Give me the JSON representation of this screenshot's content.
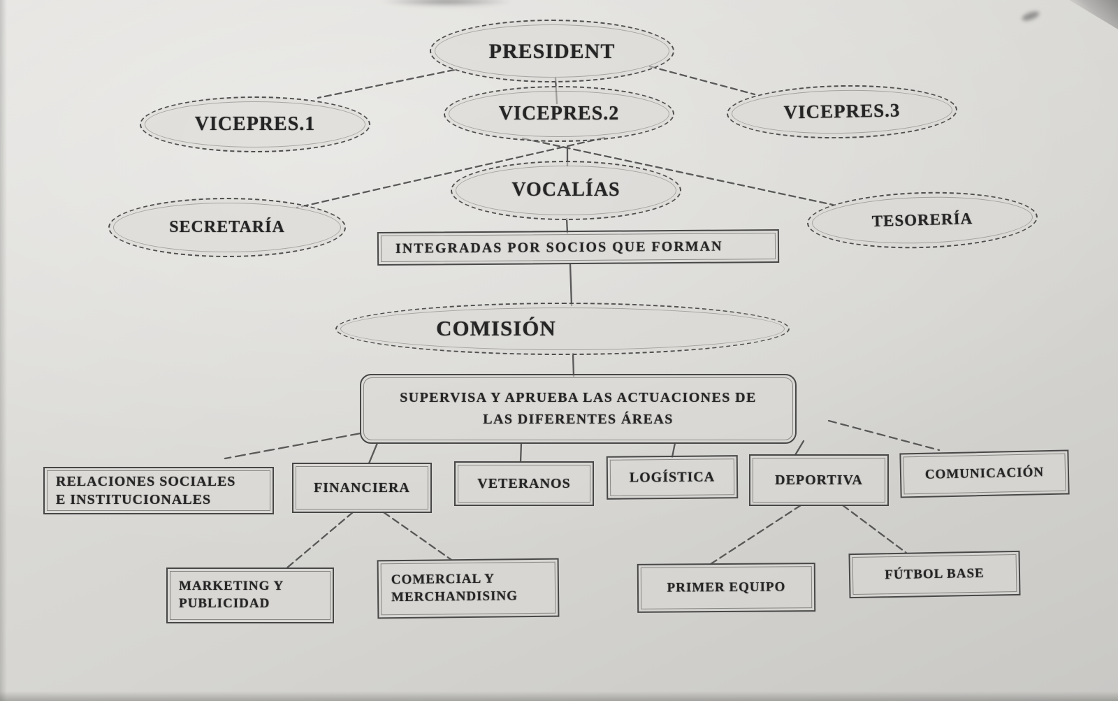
{
  "diagram": {
    "title_note": "",
    "colors": {
      "ink": "#4a4a4a",
      "paper": "#d9d8d4"
    },
    "nodes": {
      "president": {
        "label": "PRESIDENT"
      },
      "vicepres1": {
        "label": "VICEPRES.1"
      },
      "vicepres2": {
        "label": "VICEPRES.2"
      },
      "vicepres3": {
        "label": "VICEPRES.3"
      },
      "vocalias": {
        "label": "VOCALÍAS"
      },
      "secretaria": {
        "label": "SECRETARÍA"
      },
      "tesoreria": {
        "label": "TESORERÍA"
      },
      "integradas": {
        "label": "INTEGRADAS POR SOCIOS QUE FORMAN"
      },
      "comision": {
        "label": "COMISIÓN"
      },
      "supervisa": {
        "lines": [
          "SUPERVISA Y APRUEBA LAS ACTUACIONES DE",
          "LAS DIFERENTES ÁREAS"
        ]
      },
      "relaciones": {
        "lines": [
          "RELACIONES SOCIALES",
          "E INSTITUCIONALES"
        ]
      },
      "financiera": {
        "label": "FINANCIERA"
      },
      "veteranos": {
        "label": "VETERANOS"
      },
      "logistica": {
        "label": "LOGÍSTICA"
      },
      "deportiva": {
        "label": "DEPORTIVA"
      },
      "comunicacion": {
        "label": "COMUNICACIÓN"
      },
      "marketing": {
        "lines": [
          "MARKETING Y",
          "PUBLICIDAD"
        ]
      },
      "comercial": {
        "lines": [
          "COMERCIAL Y",
          "MERCHANDISING"
        ]
      },
      "primer_equipo": {
        "label": "PRIMER EQUIPO"
      },
      "futbol_base": {
        "label": "FÚTBOL BASE"
      }
    }
  }
}
